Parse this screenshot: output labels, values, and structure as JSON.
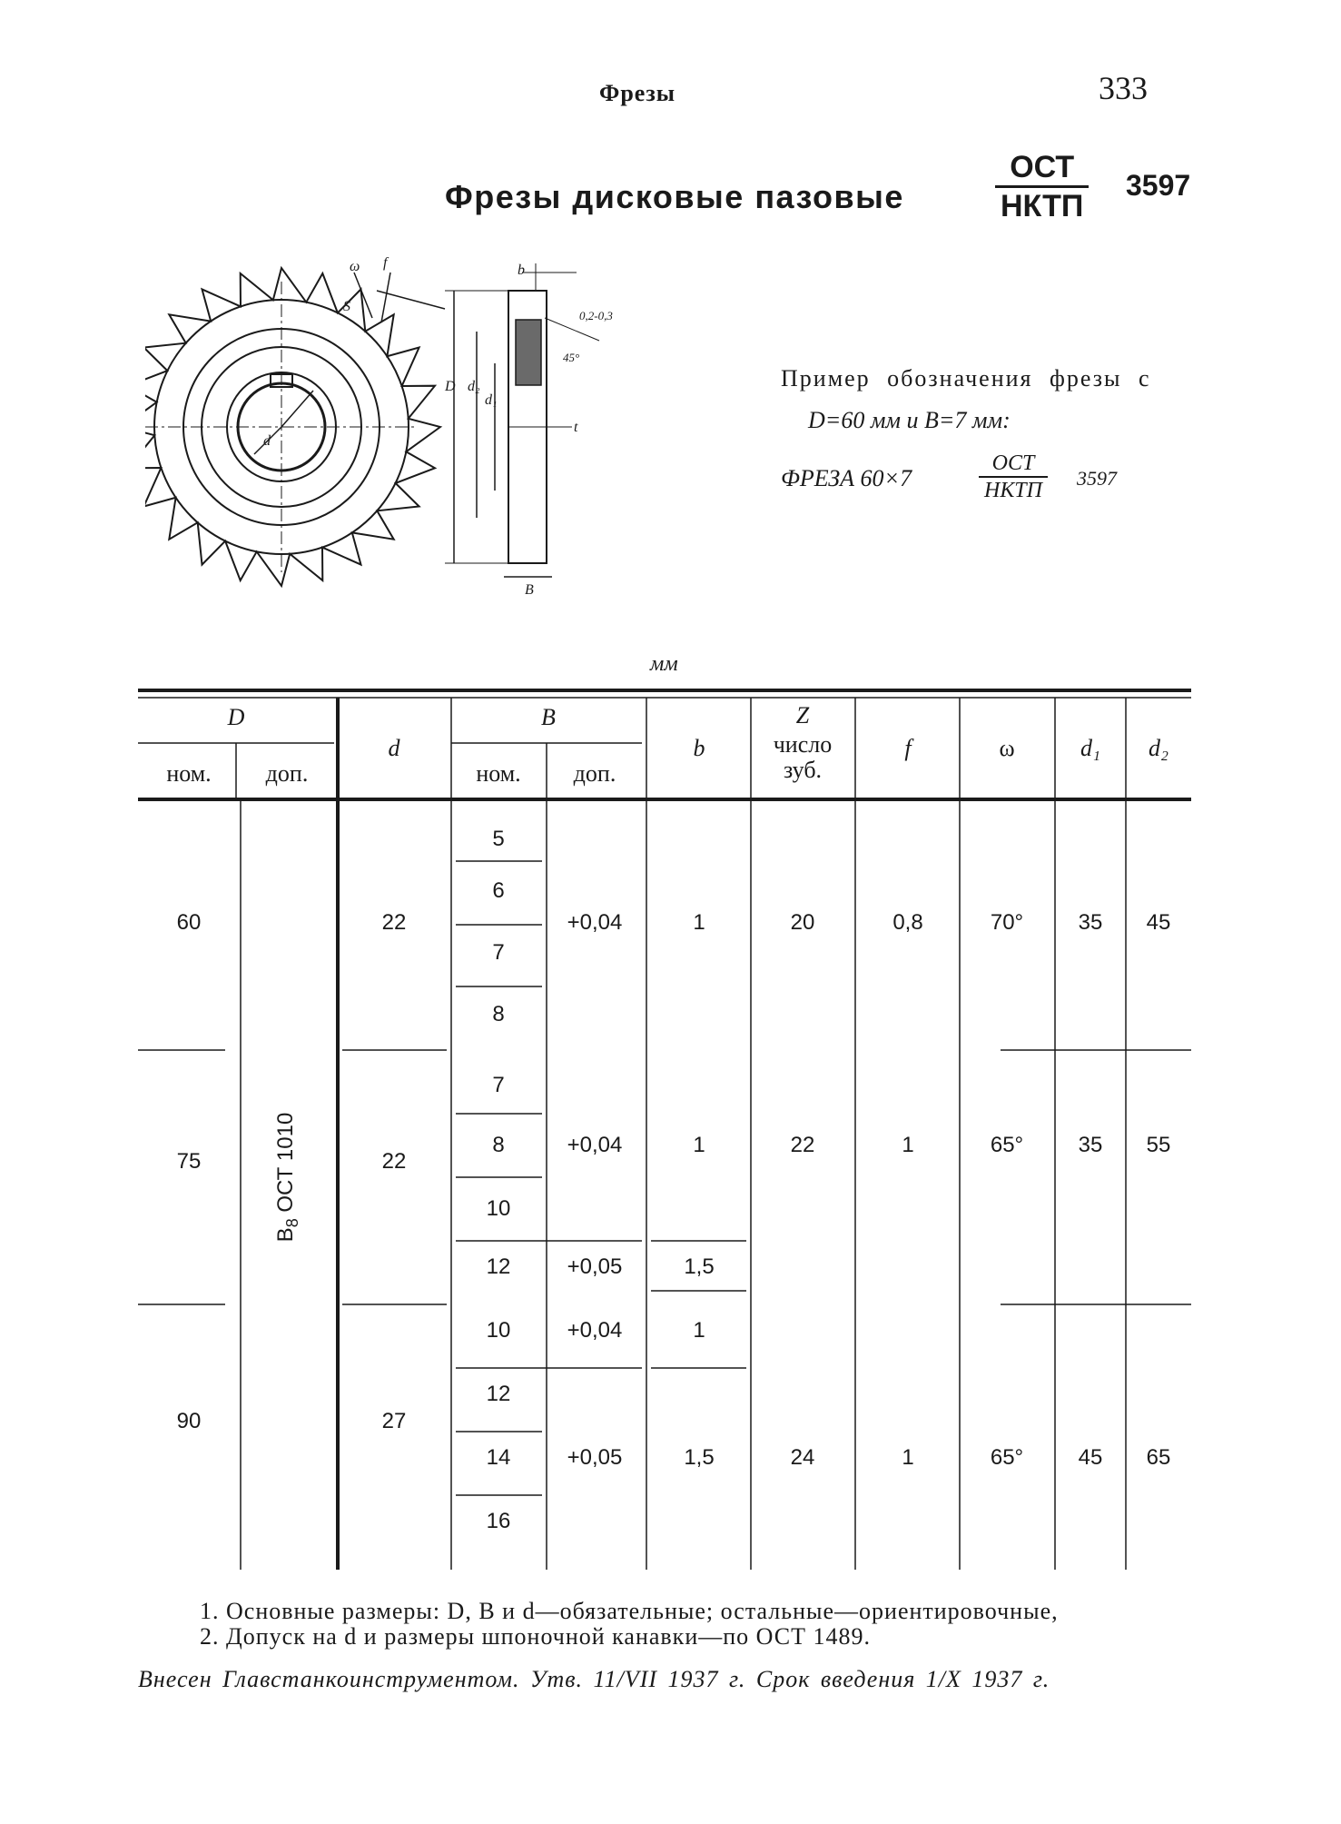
{
  "header": {
    "running_head": "Фрезы",
    "page_number": "333"
  },
  "title": {
    "text": "Фрезы дисковые пазовые",
    "standard_numerator": "ОСТ",
    "standard_denominator": "НКТП",
    "standard_number": "3597"
  },
  "drawing": {
    "labels": [
      "ω",
      "f",
      "S",
      "b",
      "0,2-0,3",
      "45°",
      "D",
      "d₂",
      "d₁",
      "d",
      "t",
      "B"
    ]
  },
  "example": {
    "line1": "Пример обозначения фрезы с",
    "line2": "D=60 мм и B=7 мм:",
    "designation": "ФРЕЗА 60×7",
    "frac_numerator": "ОСТ",
    "frac_denominator": "НКТП",
    "standard_number": "3597"
  },
  "unit_label": "мм",
  "table": {
    "header": {
      "D": "D",
      "nom": "ном.",
      "dop": "доп.",
      "d": "d",
      "B": "B",
      "b": "b",
      "Z": "Z",
      "Z_sub1": "число",
      "Z_sub2": "зуб.",
      "f": "f",
      "omega": "ω",
      "d1": "d₁",
      "d2": "d₂"
    },
    "tolerance_D_a": "B",
    "tolerance_D_sub": "8",
    "tolerance_D_b": " ОСТ 1010",
    "groups": [
      {
        "D": "60",
        "d": "22",
        "B_nom": [
          "5",
          "6",
          "7",
          "8"
        ],
        "B_dop": [
          "+0,04"
        ],
        "b": [
          "1"
        ],
        "Z": "20",
        "f": "0,8",
        "omega": "70°",
        "d1": "35",
        "d2": "45"
      },
      {
        "D": "75",
        "d": "22",
        "B_nom": [
          "7",
          "8",
          "10",
          "12"
        ],
        "B_dop": [
          "+0,04",
          "+0,05"
        ],
        "b": [
          "1",
          "1,5"
        ],
        "Z": "22",
        "f": "1",
        "omega": "65°",
        "d1": "35",
        "d2": "55"
      },
      {
        "D": "90",
        "d": "27",
        "B_nom": [
          "10",
          "12",
          "14",
          "16"
        ],
        "B_dop": [
          "+0,04",
          "+0,05"
        ],
        "b": [
          "1",
          "1,5"
        ],
        "Z": "24",
        "f": "1",
        "omega": "65°",
        "d1": "45",
        "d2": "65"
      }
    ]
  },
  "notes": [
    "1. Основные размеры: D, B и d—обязательные; остальные—ориентировочные,",
    "2. Допуск на d и размеры шпоночной канавки—по ОСТ 1489."
  ],
  "footer": "Внесен Главстанкоинструментом. Утв. 11/VII 1937 г. Срок введения 1/X 1937 г."
}
